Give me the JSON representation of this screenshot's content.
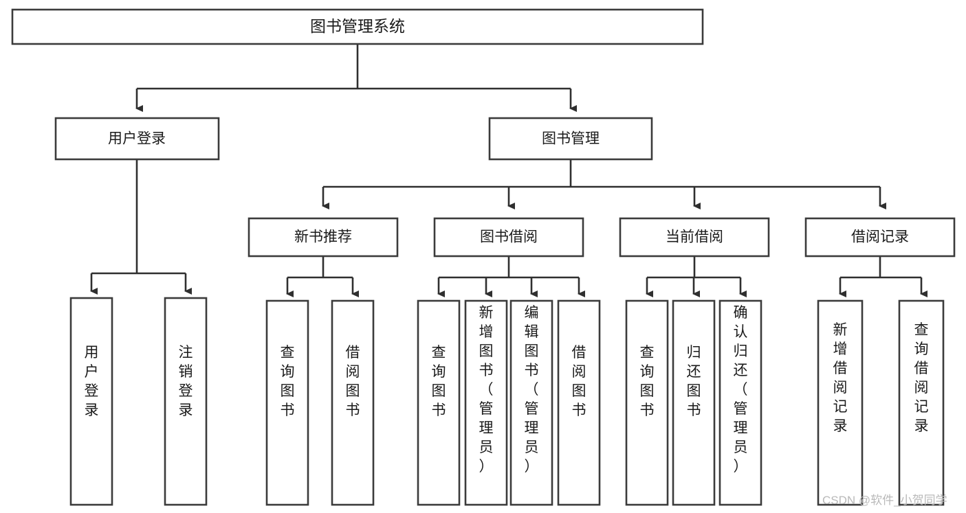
{
  "diagram": {
    "title": "图书管理系统",
    "type": "tree",
    "root": {
      "id": "root",
      "label": "图书管理系统"
    },
    "level2": [
      {
        "id": "user-login",
        "label": "用户登录"
      },
      {
        "id": "book-manage",
        "label": "图书管理"
      }
    ],
    "level3": [
      {
        "id": "new-book-recommend",
        "label": "新书推荐",
        "parent": "book-manage"
      },
      {
        "id": "book-borrow",
        "label": "图书借阅",
        "parent": "book-manage"
      },
      {
        "id": "current-borrow",
        "label": "当前借阅",
        "parent": "book-manage"
      },
      {
        "id": "borrow-record",
        "label": "借阅记录",
        "parent": "book-manage"
      }
    ],
    "leaves": [
      {
        "id": "leaf-user-login",
        "label": "用户登录",
        "parent": "user-login"
      },
      {
        "id": "leaf-user-logout",
        "label": "注销登录",
        "parent": "user-login"
      },
      {
        "id": "leaf-query-book-1",
        "label": "查询图书",
        "parent": "new-book-recommend"
      },
      {
        "id": "leaf-borrow-book-1",
        "label": "借阅图书",
        "parent": "new-book-recommend"
      },
      {
        "id": "leaf-query-book-2",
        "label": "查询图书",
        "parent": "book-borrow"
      },
      {
        "id": "leaf-add-book",
        "label": "新增图书（管理员）",
        "parent": "book-borrow"
      },
      {
        "id": "leaf-edit-book",
        "label": "编辑图书（管理员）",
        "parent": "book-borrow"
      },
      {
        "id": "leaf-borrow-book-2",
        "label": "借阅图书",
        "parent": "book-borrow"
      },
      {
        "id": "leaf-query-book-3",
        "label": "查询图书",
        "parent": "current-borrow"
      },
      {
        "id": "leaf-return-book",
        "label": "归还图书",
        "parent": "current-borrow"
      },
      {
        "id": "leaf-confirm-return",
        "label": "确认归还（管理员）",
        "parent": "current-borrow"
      },
      {
        "id": "leaf-add-record",
        "label": "新增借阅记录",
        "parent": "borrow-record"
      },
      {
        "id": "leaf-query-record",
        "label": "查询借阅记录",
        "parent": "borrow-record"
      }
    ]
  },
  "watermark": {
    "text": "CSDN @软件_小贺同学"
  },
  "colors": {
    "stroke": "#3b3b3b",
    "connector": "#2f2f2f",
    "text": "#1a1a1a",
    "background": "#ffffff",
    "watermark": "#b9b9b9"
  }
}
